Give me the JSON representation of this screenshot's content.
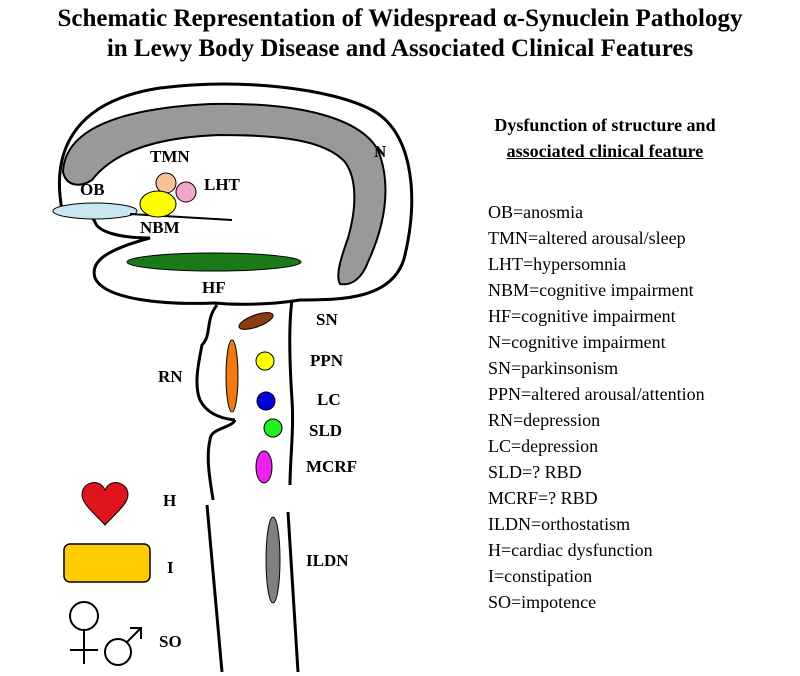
{
  "title": {
    "line1": "Schematic Representation of Widespread α-Synuclein Pathology",
    "line2": "in Lewy Body Disease and Associated Clinical Features"
  },
  "labels": {
    "N": "N",
    "TMN": "TMN",
    "OB": "OB",
    "LHT": "LHT",
    "NBM": "NBM",
    "HF": "HF",
    "SN": "SN",
    "PPN": "PPN",
    "RN": "RN",
    "LC": "LC",
    "SLD": "SLD",
    "MCRF": "MCRF",
    "H": "H",
    "ILDN": "ILDN",
    "I": "I",
    "SO": "SO"
  },
  "colors": {
    "cortex": "#999999",
    "TMN": "#f7c29a",
    "LHT": "#f4a6c8",
    "OB": "#c7e6ef",
    "NBM": "#ffff00",
    "HF": "#1a7a1a",
    "SN": "#8b3a12",
    "RN": "#f07a10",
    "PPN": "#ffff00",
    "LC": "#0000dd",
    "SLD": "#22ee22",
    "MCRF": "#ee22ee",
    "ILDN": "#808080",
    "heart": "#e0141c",
    "intestine": "#ffcc00"
  },
  "icons": {
    "heart": "heart-icon",
    "intestine": "intestine-icon",
    "sex_organs": "venus-mars-icon"
  },
  "legend": {
    "heading_line1": "Dysfunction of structure and",
    "heading_line2": "associated clinical feature",
    "items": [
      "OB=anosmia",
      "TMN=altered arousal/sleep",
      "LHT=hypersomnia",
      "NBM=cognitive impairment",
      "HF=cognitive impairment",
      "N=cognitive impairment",
      "SN=parkinsonism",
      "PPN=altered arousal/attention",
      "RN=depression",
      "LC=depression",
      "SLD=? RBD",
      "MCRF=? RBD",
      "ILDN=orthostatism",
      "H=cardiac dysfunction",
      "I=constipation",
      "SO=impotence"
    ]
  }
}
